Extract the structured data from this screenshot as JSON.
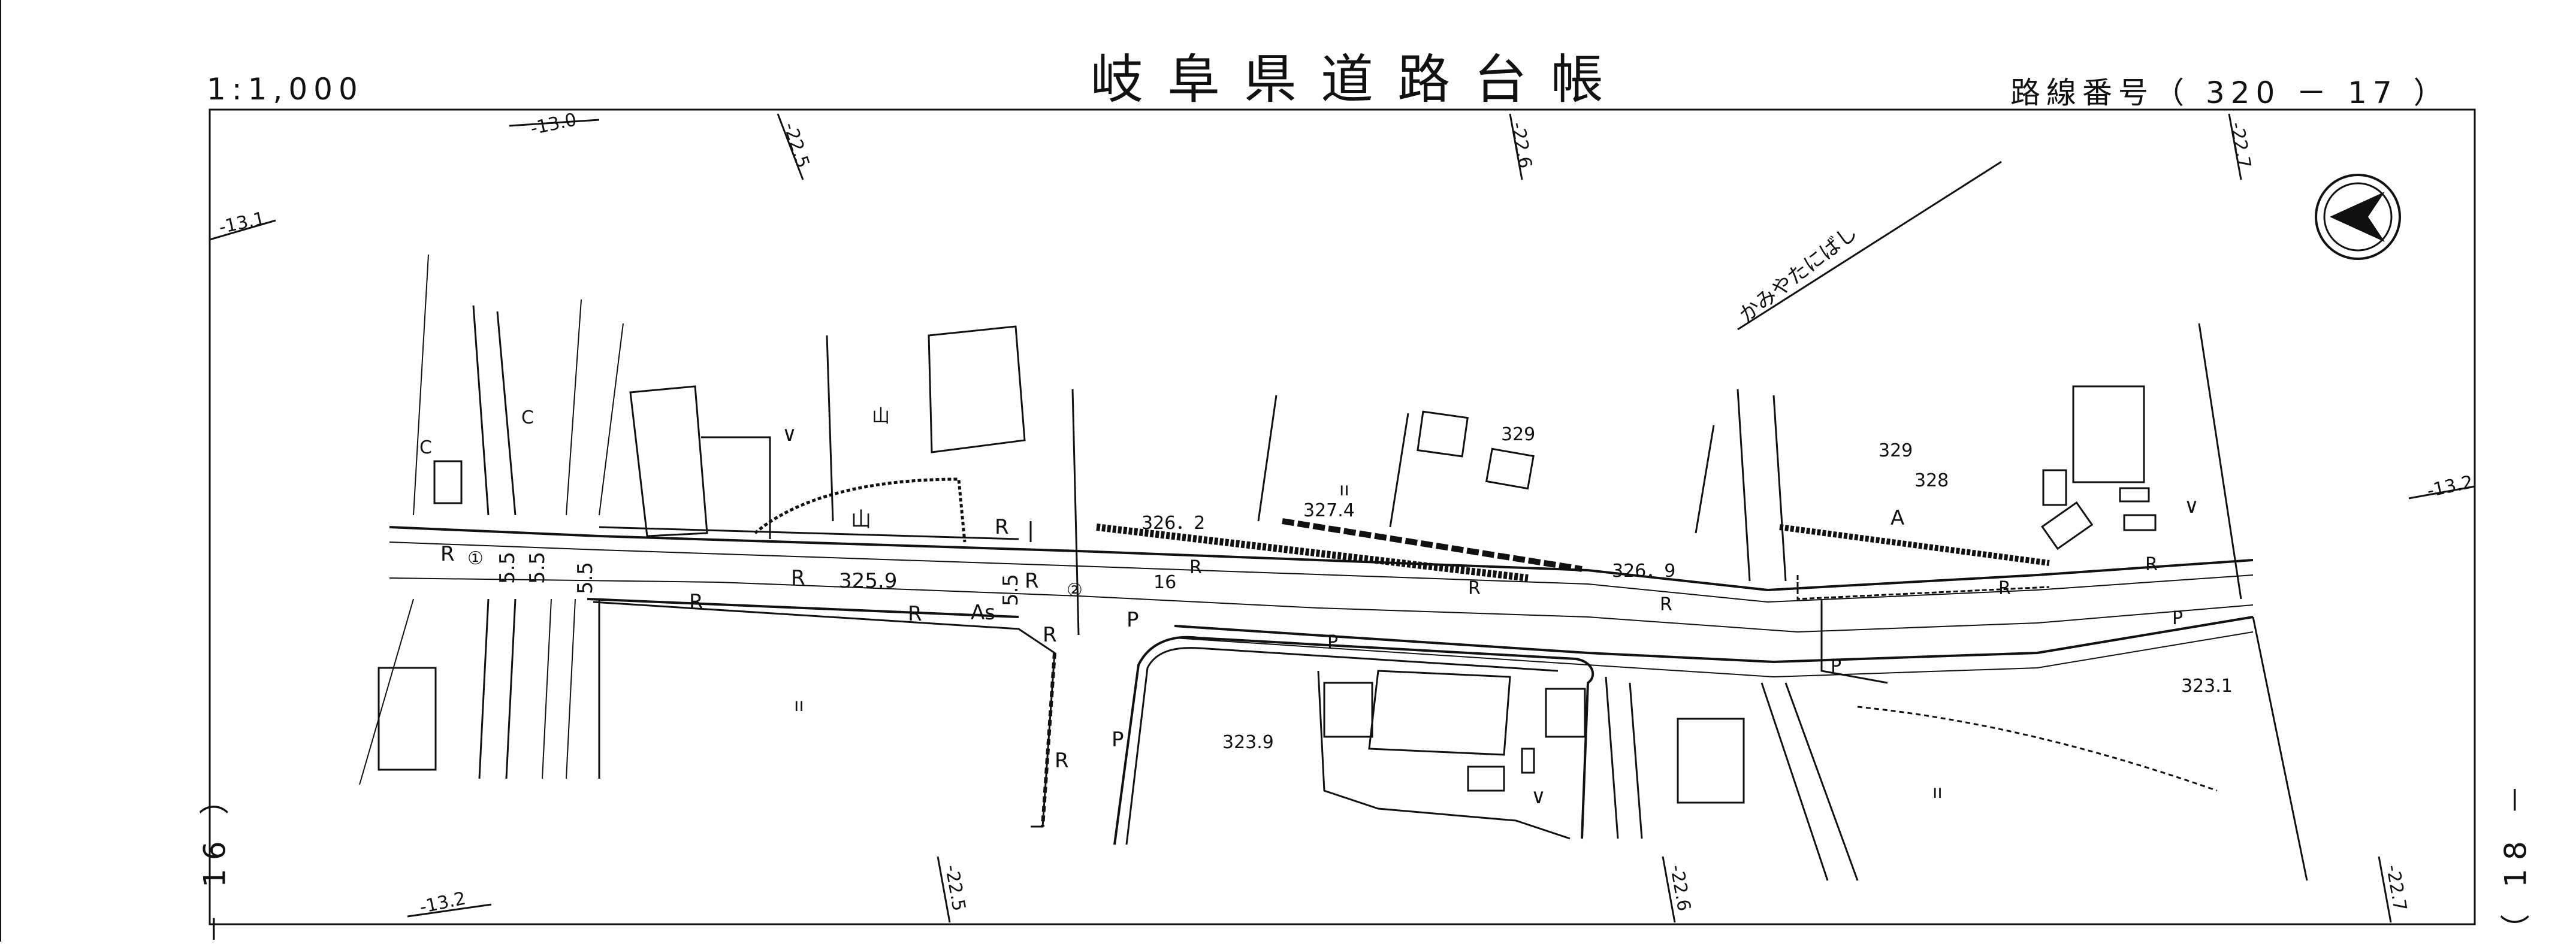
{
  "header": {
    "title": "岐阜県道路台帳",
    "scale": "1:1,000",
    "route_number": "路線番号（ 320 － 17 ）"
  },
  "sheet_refs": {
    "left": "－ 16 ）",
    "right": "（ 18 －"
  },
  "grid_labels": {
    "x_13_0": "-13.0",
    "x_13_1": "-13.1",
    "x_13_2_bottom": "-13.2",
    "x_13_2_right": "-13.2",
    "y_22_5_top": "-22.5",
    "y_22_6_top": "-22.6",
    "y_22_7_top": "-22.7",
    "y_22_5_bottom": "-22.5",
    "y_22_6_bottom": "-22.6",
    "y_22_7_bottom": "-22.7"
  },
  "place_labels": {
    "bridge": "かみやたにばし"
  },
  "elevations": {
    "e1": "325.9",
    "e2": "326．2",
    "e3": "327.4",
    "e4": "329",
    "e5": "326．9",
    "e6": "329",
    "e7": "328",
    "e8": "323.1",
    "e9": "323.9"
  },
  "road_marks": {
    "r": "R",
    "p": "P",
    "as": "As",
    "w55": "5.5",
    "c": "C",
    "m": "山",
    "a": "A",
    "ii": "ıı",
    "v": "∨",
    "n1": "①",
    "n2": "②",
    "n16": "16"
  },
  "icons": {
    "north_arrow": "north-arrow-icon"
  }
}
